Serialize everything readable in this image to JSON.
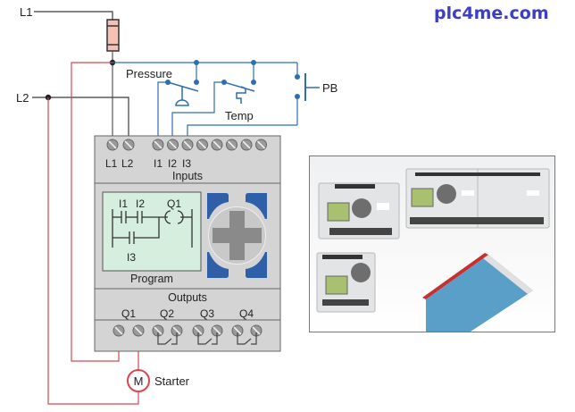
{
  "brand": "plc4me.com",
  "colors": {
    "power_wire": "#3a3a3a",
    "input_wire": "#2f6db3",
    "output_wire": "#d9474f",
    "fuse_fill": "#f4c1b3",
    "plc_body": "#d4d4d4",
    "program_screen": "#d6eedd",
    "keypad_blue": "#2f5fa8",
    "brand": "#3b3fc8"
  },
  "lines": {
    "l1": "L1",
    "l2": "L2"
  },
  "field_devices": {
    "pressure": "Pressure",
    "temp": "Temp",
    "pb": "PB"
  },
  "plc": {
    "input_terminals": [
      "L1",
      "L2",
      "I1",
      "I2",
      "I3"
    ],
    "inputs_label": "Inputs",
    "program": {
      "label": "Program",
      "contacts": [
        "I1",
        "I2",
        "I3"
      ],
      "coil": "Q1"
    },
    "outputs_label": "Outputs",
    "output_terminals": [
      "Q1",
      "Q2",
      "Q3",
      "Q4"
    ]
  },
  "load": {
    "symbol": "M",
    "label": "Starter"
  },
  "photo": {
    "description": "Photo of compact PLC controllers and software manual"
  }
}
